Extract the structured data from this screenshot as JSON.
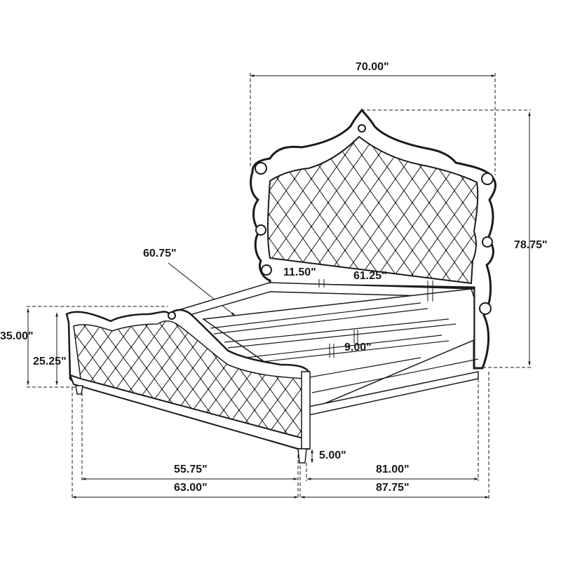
{
  "diagram": {
    "subject": "Upholstered tufted bed with scalloped headboard and footboard",
    "colors": {
      "line": "#1a1a1a",
      "background": "#ffffff"
    },
    "dimensions": {
      "overall_width": "70.00\"",
      "overall_height": "78.75\"",
      "rail_diagonal": "60.75\"",
      "headboard_panel_gap": "11.50\"",
      "inner_width": "61.25\"",
      "slat_height": "9.00\"",
      "footboard_height": "35.00\"",
      "footboard_panel_height": "25.25\"",
      "leg_height": "5.00\"",
      "footboard_width_inner": "55.75\"",
      "footboard_width_outer": "63.00\"",
      "inner_length": "81.00\"",
      "overall_length": "87.75\""
    }
  }
}
